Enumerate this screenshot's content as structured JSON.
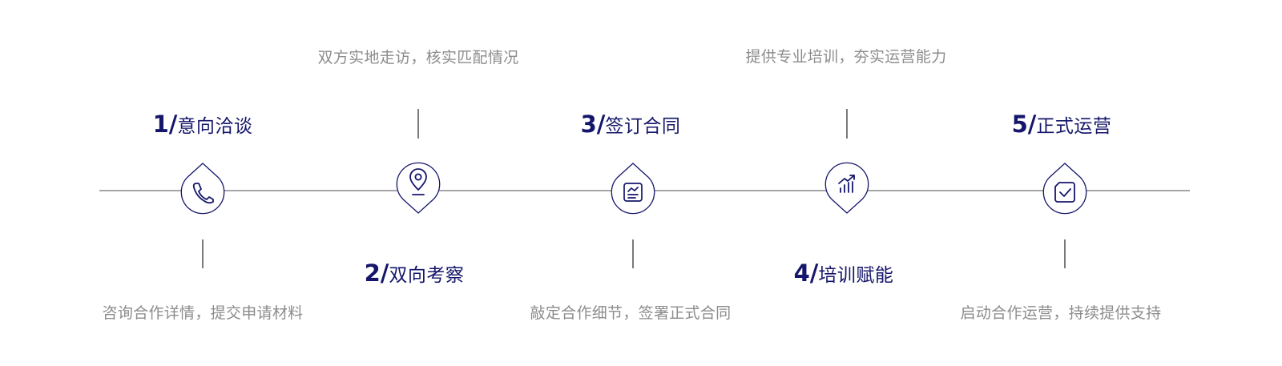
{
  "colors": {
    "navy": "#15166b",
    "desc_gray": "#8c8c8c",
    "line_gray": "#707070",
    "background": "#ffffff"
  },
  "steps": [
    {
      "number": "1/",
      "title": "意向洽谈",
      "description": "咨询合作详情，提交申请材料",
      "marker_direction": "up",
      "icon": "phone-icon"
    },
    {
      "number": "2/",
      "title": "双向考察",
      "description": "双方实地走访，核实匹配情况",
      "marker_direction": "down",
      "icon": "location-pin-icon"
    },
    {
      "number": "3/",
      "title": "签订合同",
      "description": "敲定合作细节，签署正式合同",
      "marker_direction": "up",
      "icon": "contract-document-icon"
    },
    {
      "number": "4/",
      "title": "培训赋能",
      "description": "提供专业培训，夯实运营能力",
      "marker_direction": "down",
      "icon": "growth-chart-icon"
    },
    {
      "number": "5/",
      "title": "正式运营",
      "description": "启动合作运营，持续提供支持",
      "marker_direction": "up",
      "icon": "checkmark-box-icon"
    }
  ]
}
